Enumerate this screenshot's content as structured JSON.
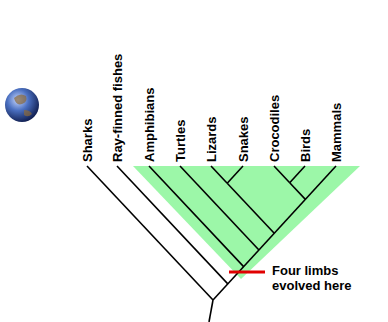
{
  "diagram": {
    "labels": [
      "Sharks",
      "Ray-finned fishes",
      "Amphibians",
      "Turtles",
      "Lizards",
      "Snakes",
      "Crocodiles",
      "Birds",
      "Mammals",
      "Four limbs evolved here"
    ]
  }
}
